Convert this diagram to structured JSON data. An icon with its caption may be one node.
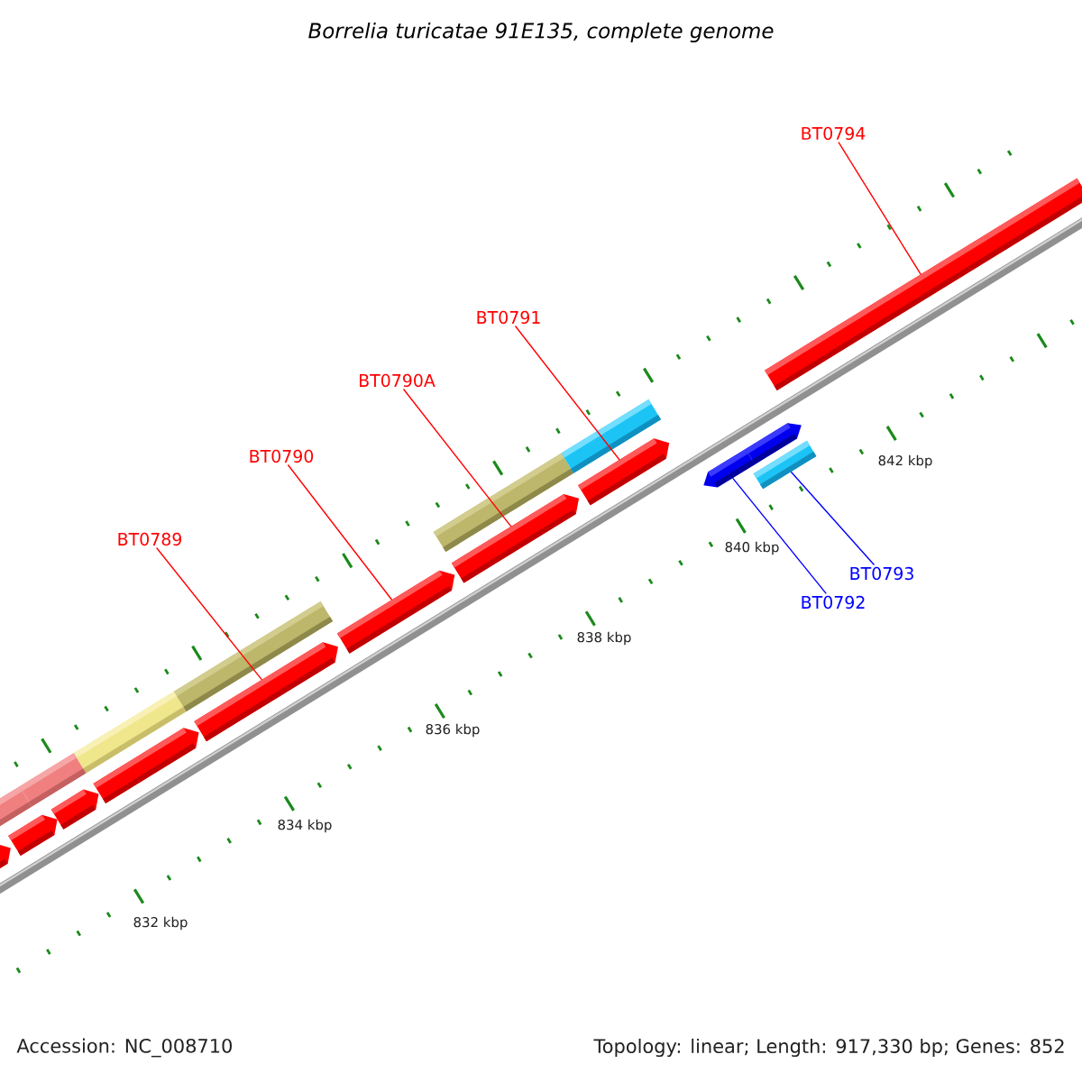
{
  "diagram": {
    "title": "Borrelia turicatae 91E135, complete genome",
    "nodes": [
      {
        "text": [
          "BT0794"
        ]
      },
      {
        "text": [
          "BT0791"
        ]
      },
      {
        "text": [
          "BT0790A"
        ]
      },
      {
        "text": [
          "BT0790"
        ]
      },
      {
        "text": [
          "BT0789"
        ]
      },
      {
        "text": [
          "BT0793"
        ]
      },
      {
        "text": [
          "BT0792"
        ]
      },
      {
        "text": [],
        "shape": "bar"
      },
      {
        "text": [],
        "shape": "bar"
      },
      {
        "text": [],
        "shape": "bar"
      },
      {
        "text": [],
        "shape": "bar"
      },
      {
        "text": [],
        "shape": "bar"
      },
      {
        "text": [],
        "shape": "bar"
      },
      {
        "text": [],
        "shape": "bar"
      },
      {
        "text": [],
        "shape": "bar"
      },
      {
        "text": [],
        "shape": "bar"
      },
      {
        "text": [],
        "shape": "bar"
      },
      {
        "text": [],
        "shape": "bar"
      },
      {
        "text": [],
        "shape": "bar"
      },
      {
        "text": [],
        "shape": "bar"
      },
      {
        "text": [],
        "shape": "bar"
      },
      {
        "text": [],
        "shape": "bar"
      },
      {
        "text": [],
        "shape": "bar"
      },
      {
        "text": [],
        "shape": "bar"
      },
      {
        "text": [],
        "shape": "bar"
      }
    ],
    "edges": [
      {
        "from": 0,
        "to": 7,
        "arrow": "none"
      },
      {
        "from": 1,
        "to": 8,
        "arrow": "none"
      },
      {
        "from": 2,
        "to": 9,
        "arrow": "none"
      },
      {
        "from": 3,
        "to": 10,
        "arrow": "none"
      },
      {
        "from": 4,
        "to": 11,
        "arrow": "none"
      },
      {
        "from": 5,
        "to": 12,
        "arrow": "none",
        "color": "#0000ff"
      },
      {
        "from": 6,
        "to": 13,
        "arrow": "none",
        "color": "#0000ff"
      }
    ],
    "labels": [
      "832 kbp",
      "834 kbp",
      "836 kbp",
      "838 kbp",
      "840 kbp",
      "842 kbp",
      "Accession: NC_008710",
      "Topology: linear; Length: 917,330 bp; Genes: 852"
    ]
  }
}
